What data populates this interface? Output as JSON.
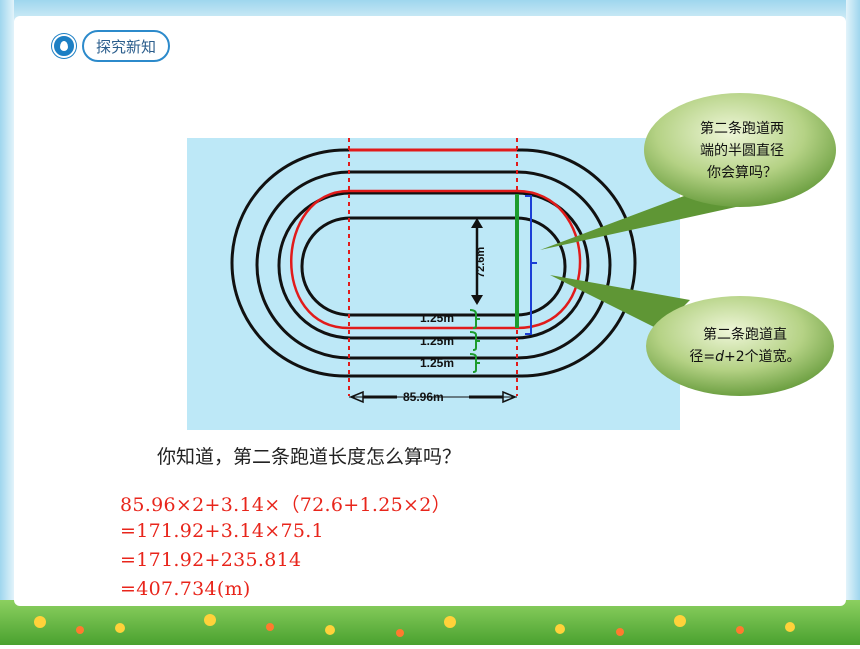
{
  "header": {
    "title": "探究新知"
  },
  "diagram": {
    "label_diameter": "72.6m",
    "label_lane_1": "1.25m",
    "label_lane_2": "1.25m",
    "label_lane_3": "1.25m",
    "label_straight": "85.96m"
  },
  "callouts": {
    "top": {
      "lines": [
        "第二条跑道两",
        "端的半圆直径",
        "你会算吗？"
      ]
    },
    "bottom": {
      "line1": "第二条跑道直",
      "line2_prefix": "径=",
      "line2_var": "d",
      "line2_suffix": "+2个道宽。"
    }
  },
  "question": "你知道，第二条跑道长度怎么算吗？",
  "calculation": [
    "85.96×2+3.14×（72.6+1.25×2）",
    "=171.92+3.14×75.1",
    "=171.92+235.814",
    "=407.734(m)"
  ],
  "colors": {
    "calc_text": "#e8251b",
    "bubble_green": "#5f9635",
    "accent_blue": "#2c8acb"
  }
}
